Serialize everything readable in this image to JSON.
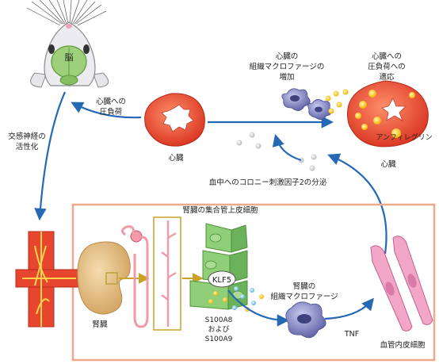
{
  "labels": {
    "brain": "脳",
    "cardiac_load": [
      "心臓への",
      "圧負荷"
    ],
    "sympathetic": [
      "交感神経の",
      "活性化"
    ],
    "heart": "心臓",
    "macrophage_increase": [
      "心臓の",
      "組織マクロファージの",
      "増加"
    ],
    "adaptation": [
      "心臓への",
      "圧負荷への",
      "適応"
    ],
    "amphiregulin": "アンフィレグリン",
    "heart_right": "心臓",
    "csf2": "血中へのコロニー刺激因子2の分泌",
    "collecting_duct": "腎臓の集合管上皮細胞",
    "kidney": "腎臓",
    "klf5": "KLF5",
    "s100": [
      "S100A8",
      "および",
      "S100A9"
    ],
    "kidney_macrophage": [
      "腎臓の",
      "組織マクロファージ"
    ],
    "tnf": "TNF",
    "endothelial": "血管内皮細胞"
  },
  "colors": {
    "heart": "#e8452f",
    "macrophage": "#6d6fb0",
    "arrow": "#2568b5",
    "box_border": "#f0a98a",
    "kidney": "#e6c08a",
    "epithelial": "#7cc16a",
    "endothelial": "#f2a6c8",
    "nephron": "#f29aa8"
  }
}
